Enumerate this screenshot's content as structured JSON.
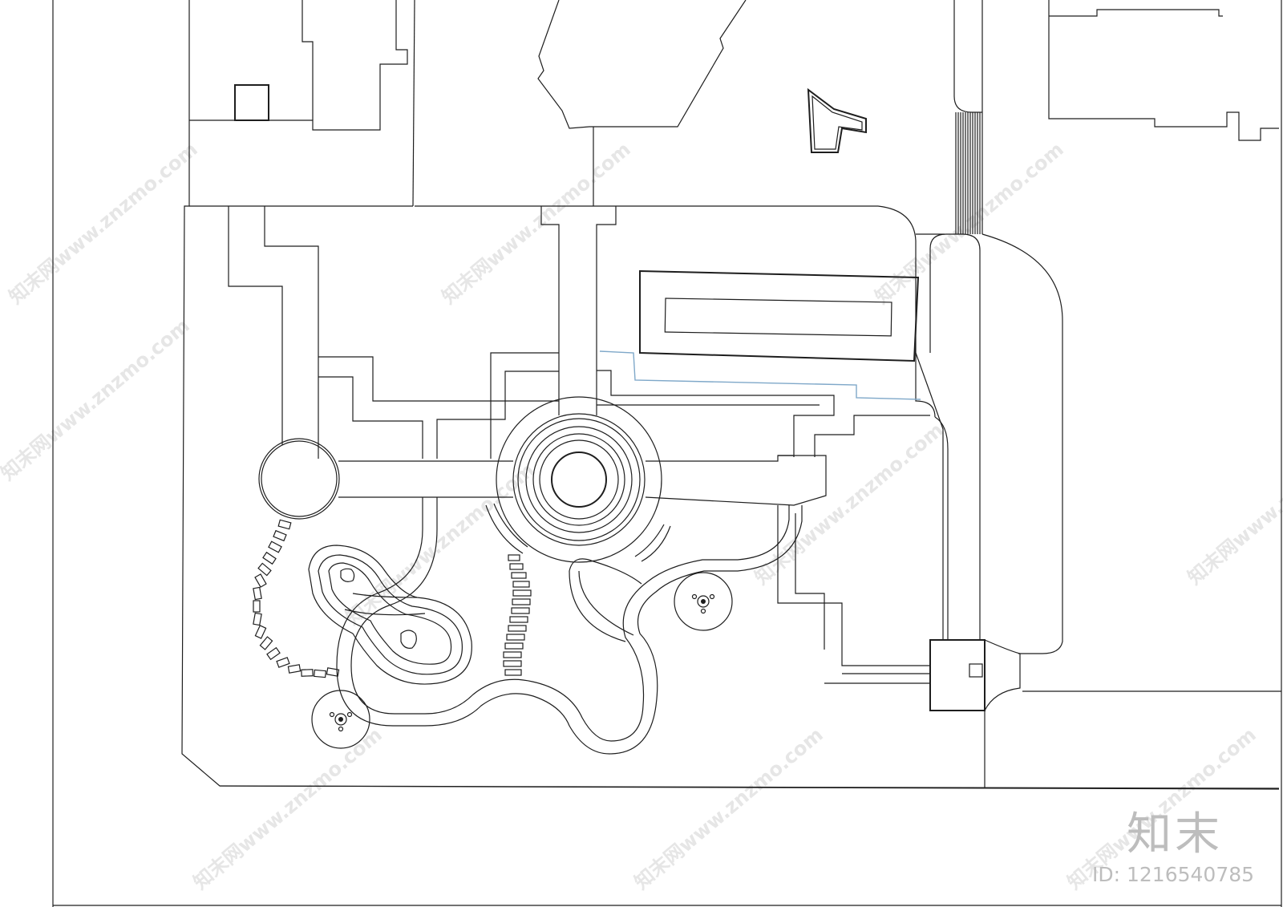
{
  "watermark": {
    "text": "知末网www.znzmo.com"
  },
  "logo_text": "知末",
  "image_id": "ID: 1216540785"
}
